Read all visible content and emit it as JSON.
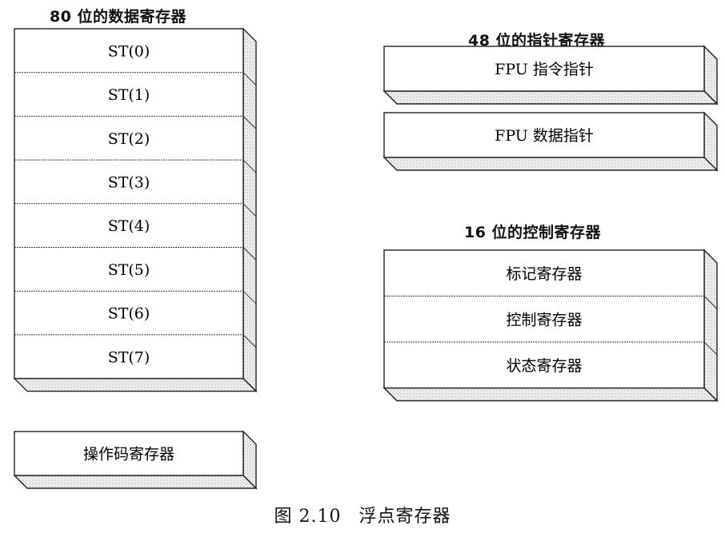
{
  "data_registers": {
    "title": "80 位的数据寄存器",
    "cells": [
      "ST(0)",
      "ST(1)",
      "ST(2)",
      "ST(3)",
      "ST(4)",
      "ST(5)",
      "ST(6)",
      "ST(7)"
    ]
  },
  "pointer_registers": {
    "title": "48 位的指针寄存器",
    "cells": [
      "FPU 指令指针",
      "FPU 数据指针"
    ]
  },
  "control_registers": {
    "title": "16 位的控制寄存器",
    "cells": [
      "标记寄存器",
      "控制寄存器",
      "状态寄存器"
    ]
  },
  "opcode_register": {
    "cells": [
      "操作码寄存器"
    ]
  },
  "caption": {
    "figure_number": "图 2.10",
    "title": "浮点寄存器"
  }
}
